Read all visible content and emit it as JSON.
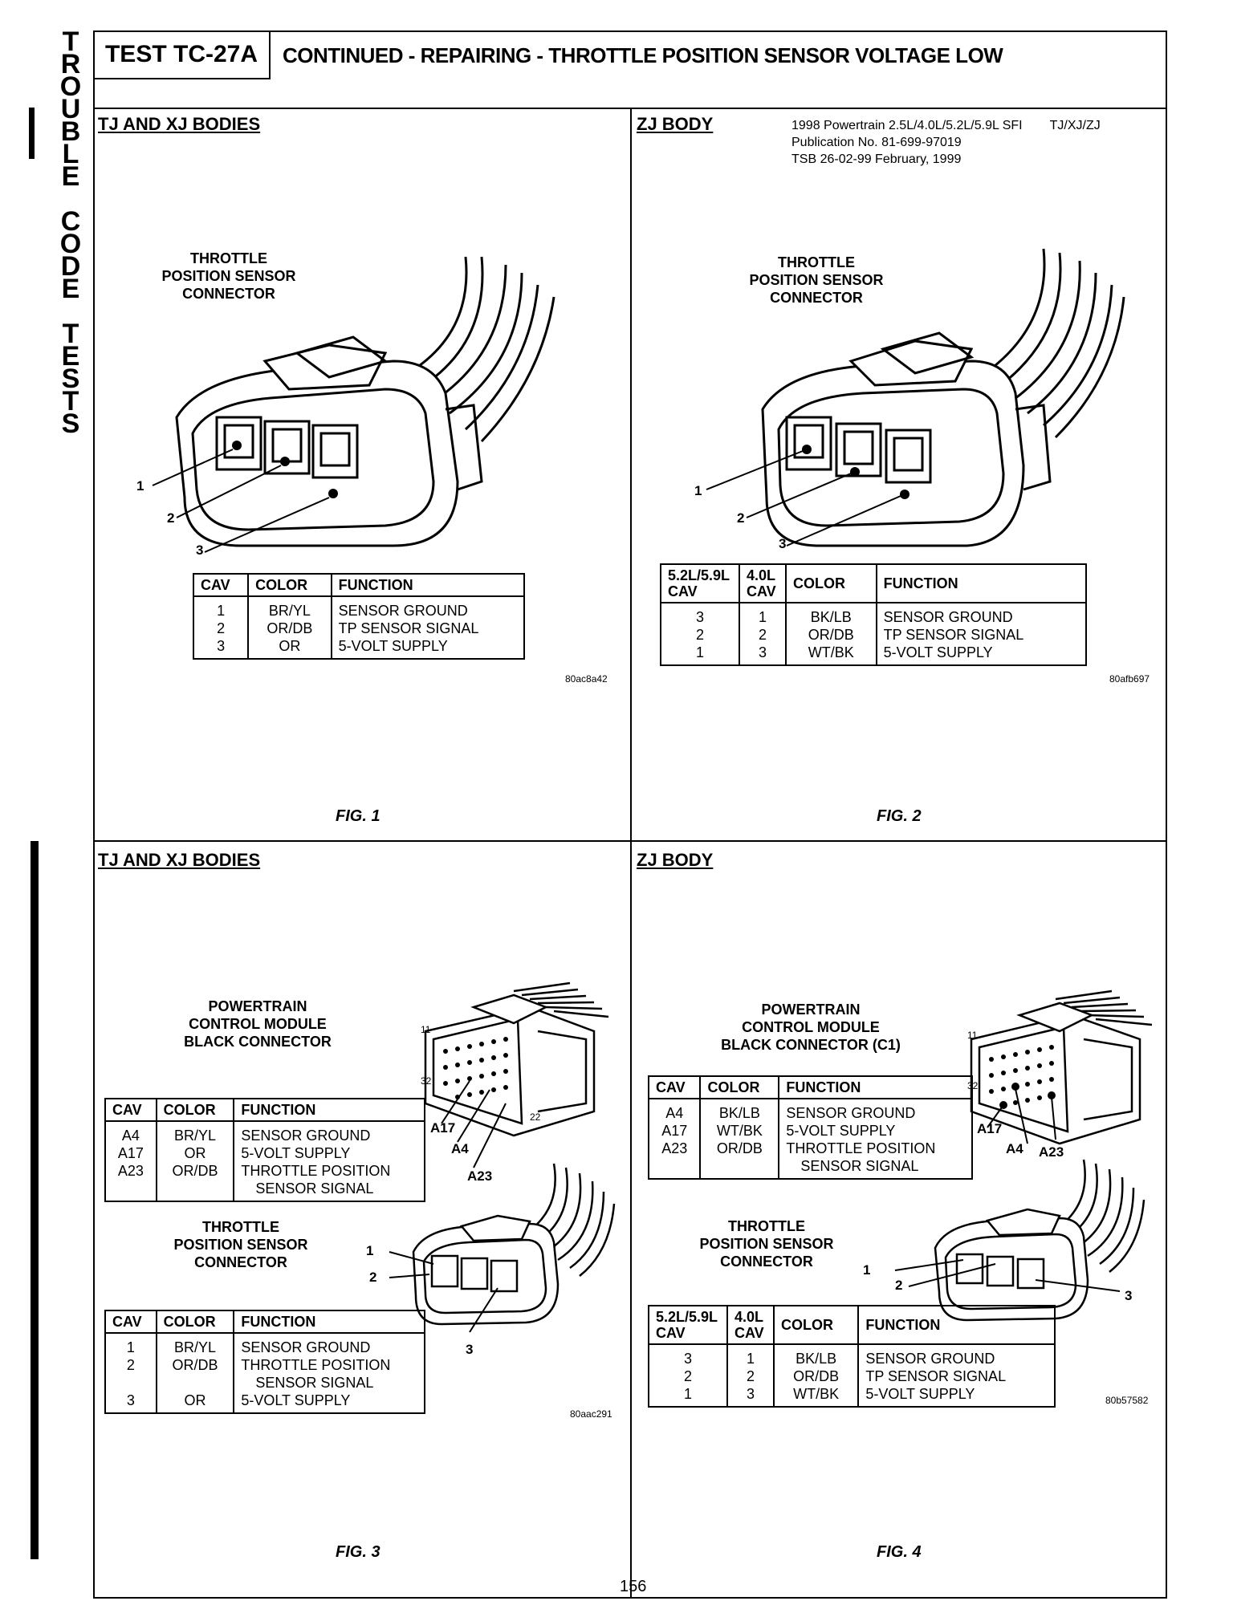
{
  "sidebar": {
    "letters": [
      "T",
      "R",
      "O",
      "U",
      "B",
      "L",
      "E",
      "",
      "C",
      "O",
      "D",
      "E",
      "",
      "T",
      "E",
      "S",
      "T",
      "S"
    ]
  },
  "header": {
    "test_id": "TEST TC-27A",
    "title": "CONTINUED - REPAIRING - THROTTLE POSITION SENSOR VOLTAGE LOW"
  },
  "panels": {
    "p1": {
      "title": "TJ AND XJ BODIES",
      "label": [
        "THROTTLE",
        "POSITION SENSOR",
        "CONNECTOR"
      ],
      "pins": [
        "1",
        "2",
        "3"
      ],
      "table": {
        "headers": [
          "CAV",
          "COLOR",
          "FUNCTION"
        ],
        "rows": [
          [
            "1",
            "BR/YL",
            "SENSOR GROUND"
          ],
          [
            "2",
            "OR/DB",
            "TP SENSOR SIGNAL"
          ],
          [
            "3",
            "OR",
            "5-VOLT SUPPLY"
          ]
        ]
      },
      "code": "80ac8a42",
      "fig": "FIG. 1"
    },
    "p2": {
      "title": "ZJ BODY",
      "pub": {
        "line1": "1998 Powertrain 2.5L/4.0L/5.2L/5.9L SFI",
        "line1b": "TJ/XJ/ZJ",
        "line2": "Publication No. 81-699-97019",
        "line3": "TSB 26-02-99      February, 1999"
      },
      "label": [
        "THROTTLE",
        "POSITION SENSOR",
        "CONNECTOR"
      ],
      "pins": [
        "1",
        "2",
        "3"
      ],
      "table": {
        "headers": [
          "5.2L/5.9L CAV",
          "4.0L CAV",
          "COLOR",
          "FUNCTION"
        ],
        "rows": [
          [
            "3",
            "1",
            "BK/LB",
            "SENSOR GROUND"
          ],
          [
            "2",
            "2",
            "OR/DB",
            "TP SENSOR SIGNAL"
          ],
          [
            "1",
            "3",
            "WT/BK",
            "5-VOLT SUPPLY"
          ]
        ]
      },
      "code": "80afb697",
      "fig": "FIG. 2"
    },
    "p3": {
      "title": "TJ AND XJ BODIES",
      "pcm_label": [
        "POWERTRAIN",
        "CONTROL MODULE",
        "BLACK CONNECTOR"
      ],
      "pcm_pins": [
        "A17",
        "A4",
        "A23"
      ],
      "pcm_nums": [
        "11",
        "32",
        "22"
      ],
      "pcm_table": {
        "headers": [
          "CAV",
          "COLOR",
          "FUNCTION"
        ],
        "rows": [
          [
            "A4",
            "BR/YL",
            "SENSOR GROUND"
          ],
          [
            "A17",
            "OR",
            "5-VOLT SUPPLY"
          ],
          [
            "A23",
            "OR/DB",
            "THROTTLE POSITION"
          ],
          [
            "",
            "",
            "SENSOR SIGNAL"
          ]
        ]
      },
      "tps_label": [
        "THROTTLE",
        "POSITION SENSOR",
        "CONNECTOR"
      ],
      "tps_pins": [
        "1",
        "2",
        "3"
      ],
      "tps_table": {
        "headers": [
          "CAV",
          "COLOR",
          "FUNCTION"
        ],
        "rows": [
          [
            "1",
            "BR/YL",
            "SENSOR GROUND"
          ],
          [
            "2",
            "OR/DB",
            "THROTTLE POSITION"
          ],
          [
            "",
            "",
            "SENSOR SIGNAL"
          ],
          [
            "3",
            "OR",
            "5-VOLT SUPPLY"
          ]
        ]
      },
      "code": "80aac291",
      "fig": "FIG. 3"
    },
    "p4": {
      "title": "ZJ BODY",
      "pcm_label": [
        "POWERTRAIN",
        "CONTROL MODULE",
        "BLACK CONNECTOR (C1)"
      ],
      "pcm_pins": [
        "A17",
        "A4",
        "A23"
      ],
      "pcm_nums": [
        "11",
        "32"
      ],
      "pcm_table": {
        "headers": [
          "CAV",
          "COLOR",
          "FUNCTION"
        ],
        "rows": [
          [
            "A4",
            "BK/LB",
            "SENSOR GROUND"
          ],
          [
            "A17",
            "WT/BK",
            "5-VOLT SUPPLY"
          ],
          [
            "A23",
            "OR/DB",
            "THROTTLE POSITION"
          ],
          [
            "",
            "",
            "SENSOR SIGNAL"
          ]
        ]
      },
      "tps_label": [
        "THROTTLE",
        "POSITION SENSOR",
        "CONNECTOR"
      ],
      "tps_pins": [
        "1",
        "2",
        "3"
      ],
      "tps_table": {
        "headers": [
          "5.2L/5.9L CAV",
          "4.0L CAV",
          "COLOR",
          "FUNCTION"
        ],
        "rows": [
          [
            "3",
            "1",
            "BK/LB",
            "SENSOR GROUND"
          ],
          [
            "2",
            "2",
            "OR/DB",
            "TP SENSOR SIGNAL"
          ],
          [
            "1",
            "3",
            "WT/BK",
            "5-VOLT SUPPLY"
          ]
        ]
      },
      "code": "80b57582",
      "fig": "FIG. 4"
    }
  },
  "page_number": "156"
}
